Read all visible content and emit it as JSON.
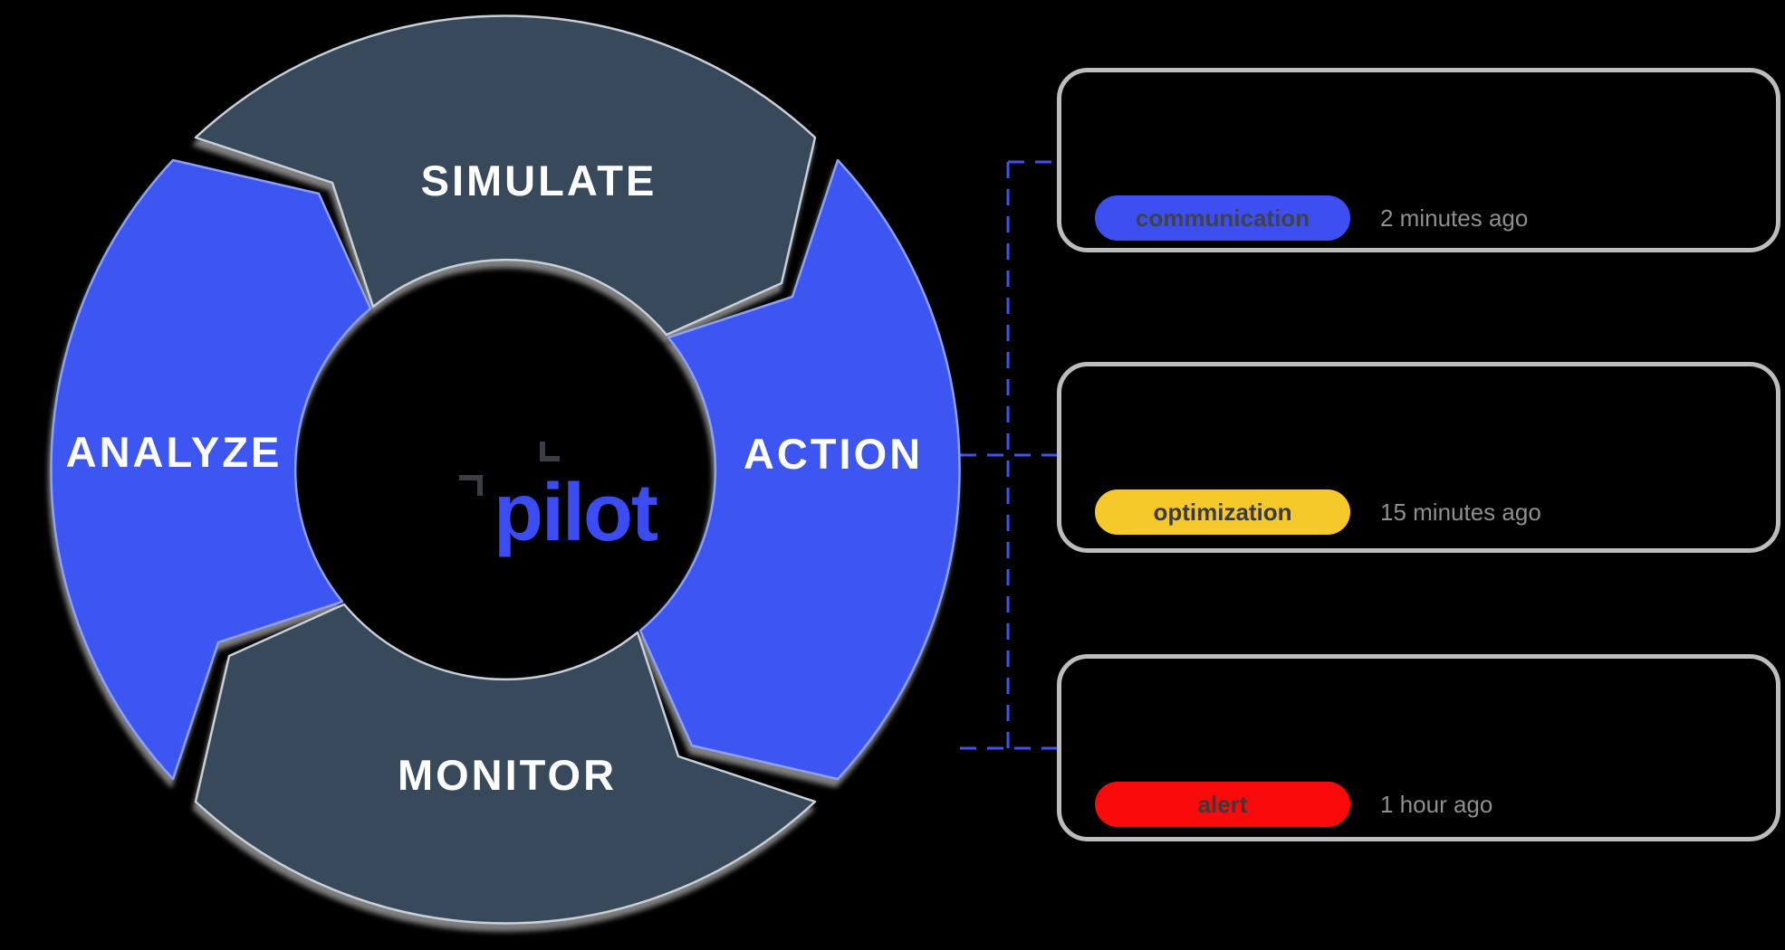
{
  "canvas": {
    "background": "#000000"
  },
  "cycle": {
    "segments": [
      {
        "label": "SIMULATE",
        "color": "#37495C",
        "edge_color": "#C7D0D8",
        "text_color": "#FFFFFF"
      },
      {
        "label": "ACTION",
        "color": "#3D57F2",
        "edge_color": "#8DA0F8",
        "text_color": "#FFFFFF"
      },
      {
        "label": "MONITOR",
        "color": "#37495C",
        "edge_color": "#C7D0D8",
        "text_color": "#FFFFFF"
      },
      {
        "label": "ANALYZE",
        "color": "#3D57F2",
        "edge_color": "#8DA0F8",
        "text_color": "#FFFFFF"
      }
    ],
    "center_logo": {
      "text": "pilot",
      "color": "#3B4DF2",
      "bracket_color": "#3A3F45"
    }
  },
  "connector": {
    "color": "#3D55F0",
    "style": "dashed"
  },
  "notifications": {
    "card_border_color": "#BDBDBD",
    "time_color": "#8F8F8F",
    "cards": [
      {
        "badge": "communication",
        "badge_color": "#3D4FF0",
        "badge_text_color": "#3F4248",
        "time": "2 minutes ago"
      },
      {
        "badge": "optimization",
        "badge_color": "#F6C92B",
        "badge_text_color": "#3A3A3A",
        "time": "15 minutes ago"
      },
      {
        "badge": "alert",
        "badge_color": "#FA0A0A",
        "badge_text_color": "#3A3A3A",
        "time": "1 hour ago"
      }
    ]
  }
}
